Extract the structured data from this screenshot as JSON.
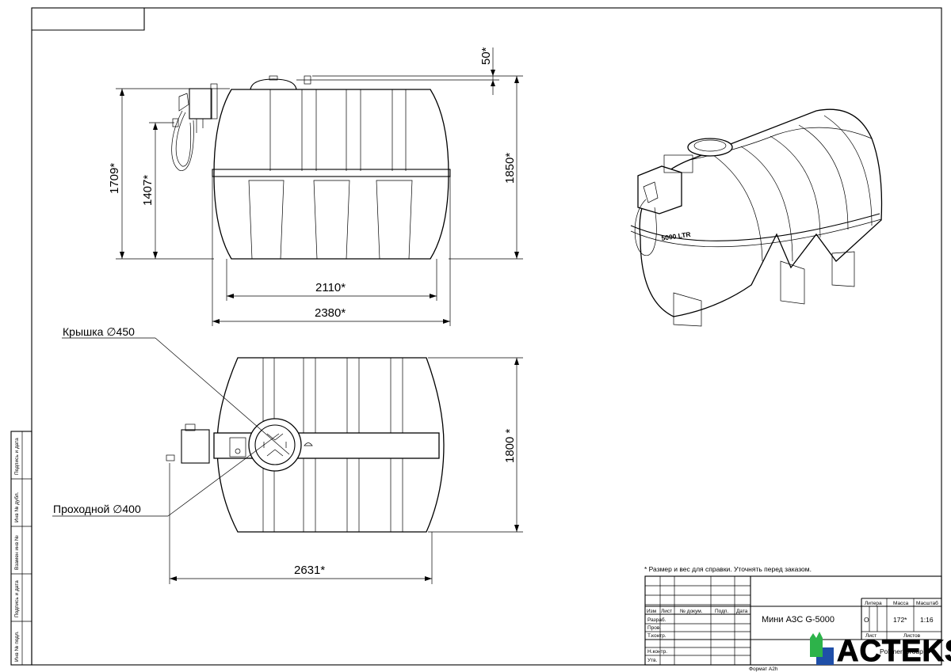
{
  "dimensions": {
    "height_overall": "1709*",
    "height_to_nozzle": "1407*",
    "height_total": "1850*",
    "top_offset": "50*",
    "length_body": "2110*",
    "length_overall": "2380*",
    "width": "1800 *",
    "length_plan": "2631*"
  },
  "callouts": {
    "lid": "Крышка ∅450",
    "manhole": "Проходной ∅400"
  },
  "iso_view": {
    "capacity_marking": "5000 LTR"
  },
  "note": "* Размер и вес для справки. Уточнять перед заказом.",
  "side_stamps": [
    "Подпись и дата",
    "Инв № дубл.",
    "Взамен инв №",
    "Подпись и дата",
    "Инв № подл."
  ],
  "title_block": {
    "change_headers": [
      "Изм",
      "Лист",
      "№ докум.",
      "Подп.",
      "Дата"
    ],
    "roles": [
      "Разраб.",
      "Пров.",
      "Т.контр.",
      "Н.контр.",
      "Утв."
    ],
    "product_name": "Мини АЗС G-5000",
    "col_litera": "Литера",
    "col_mass": "Масса",
    "col_scale": "Масштаб",
    "litera_value": "О",
    "mass_value": "172*",
    "scale_value": "1:16",
    "sheet_label": "Лист",
    "sheets_label": "Листов",
    "company": "Polimer Group",
    "format": "Формат A2h",
    "logo_text": "ACTEKS"
  },
  "colors": {
    "line": "#000000",
    "logo_green": "#2db34a",
    "logo_blue": "#1f4fa8"
  }
}
